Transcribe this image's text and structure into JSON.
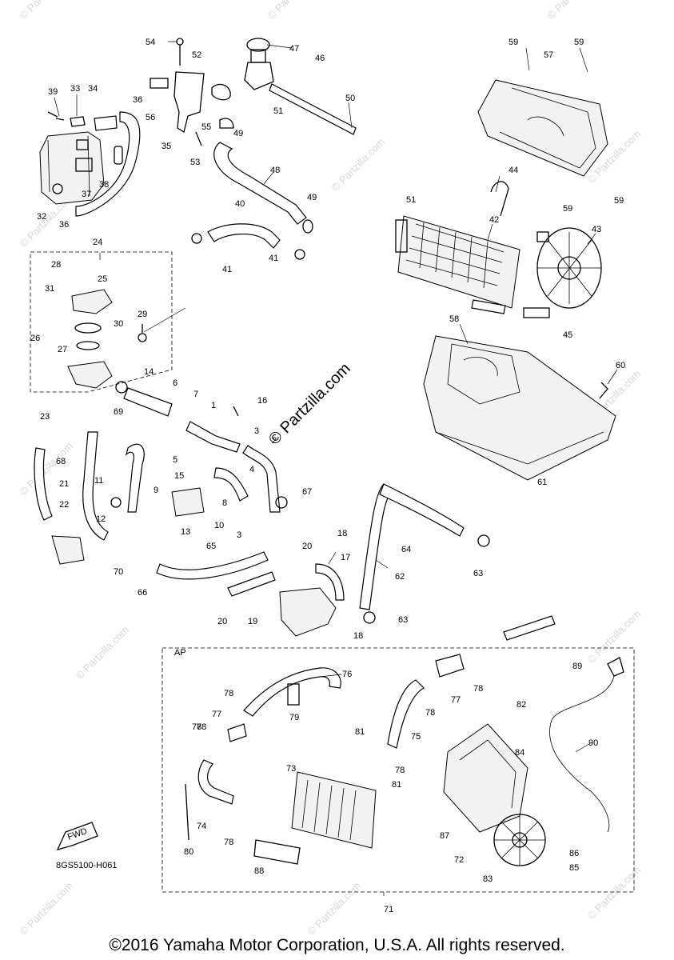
{
  "watermarks": {
    "center": "© Partzilla.com",
    "tile": "© Partzilla.com"
  },
  "diagram_code": "8GS5100-H061",
  "section_label": "AP",
  "fwd_label": "FWD",
  "copyright": "©2016 Yamaha Motor Corporation, U.S.A. All rights reserved.",
  "callouts": [
    {
      "id": "54",
      "label": "54"
    },
    {
      "id": "52",
      "label": "52"
    },
    {
      "id": "47",
      "label": "47"
    },
    {
      "id": "46",
      "label": "46"
    },
    {
      "id": "59a",
      "label": "59"
    },
    {
      "id": "59b",
      "label": "59"
    },
    {
      "id": "57",
      "label": "57"
    },
    {
      "id": "39",
      "label": "39"
    },
    {
      "id": "33",
      "label": "33"
    },
    {
      "id": "34",
      "label": "34"
    },
    {
      "id": "36a",
      "label": "36"
    },
    {
      "id": "56",
      "label": "56"
    },
    {
      "id": "51a",
      "label": "51"
    },
    {
      "id": "50",
      "label": "50"
    },
    {
      "id": "55",
      "label": "55"
    },
    {
      "id": "49a",
      "label": "49"
    },
    {
      "id": "35",
      "label": "35"
    },
    {
      "id": "53",
      "label": "53"
    },
    {
      "id": "37",
      "label": "37"
    },
    {
      "id": "38",
      "label": "38"
    },
    {
      "id": "48",
      "label": "48"
    },
    {
      "id": "44",
      "label": "44"
    },
    {
      "id": "59c",
      "label": "59"
    },
    {
      "id": "59d",
      "label": "59"
    },
    {
      "id": "32",
      "label": "32"
    },
    {
      "id": "36b",
      "label": "36"
    },
    {
      "id": "49b",
      "label": "49"
    },
    {
      "id": "51b",
      "label": "51"
    },
    {
      "id": "40",
      "label": "40"
    },
    {
      "id": "42",
      "label": "42"
    },
    {
      "id": "43",
      "label": "43"
    },
    {
      "id": "24",
      "label": "24"
    },
    {
      "id": "41a",
      "label": "41"
    },
    {
      "id": "41b",
      "label": "41"
    },
    {
      "id": "28",
      "label": "28"
    },
    {
      "id": "25",
      "label": "25"
    },
    {
      "id": "31",
      "label": "31"
    },
    {
      "id": "29",
      "label": "29"
    },
    {
      "id": "30",
      "label": "30"
    },
    {
      "id": "26",
      "label": "26"
    },
    {
      "id": "27",
      "label": "27"
    },
    {
      "id": "58",
      "label": "58"
    },
    {
      "id": "45",
      "label": "45"
    },
    {
      "id": "60",
      "label": "60"
    },
    {
      "id": "14",
      "label": "14"
    },
    {
      "id": "6",
      "label": "6"
    },
    {
      "id": "7",
      "label": "7"
    },
    {
      "id": "1",
      "label": "1"
    },
    {
      "id": "16",
      "label": "16"
    },
    {
      "id": "23",
      "label": "23"
    },
    {
      "id": "69",
      "label": "69"
    },
    {
      "id": "3a",
      "label": "3"
    },
    {
      "id": "2",
      "label": "2"
    },
    {
      "id": "68",
      "label": "68"
    },
    {
      "id": "5",
      "label": "5"
    },
    {
      "id": "11",
      "label": "11"
    },
    {
      "id": "21",
      "label": "21"
    },
    {
      "id": "15",
      "label": "15"
    },
    {
      "id": "4",
      "label": "4"
    },
    {
      "id": "9",
      "label": "9"
    },
    {
      "id": "8",
      "label": "8"
    },
    {
      "id": "67",
      "label": "67"
    },
    {
      "id": "61",
      "label": "61"
    },
    {
      "id": "22",
      "label": "22"
    },
    {
      "id": "12",
      "label": "12"
    },
    {
      "id": "10",
      "label": "10"
    },
    {
      "id": "13",
      "label": "13"
    },
    {
      "id": "3b",
      "label": "3"
    },
    {
      "id": "18a",
      "label": "18"
    },
    {
      "id": "64",
      "label": "64"
    },
    {
      "id": "20a",
      "label": "20"
    },
    {
      "id": "65",
      "label": "65"
    },
    {
      "id": "17",
      "label": "17"
    },
    {
      "id": "63a",
      "label": "63"
    },
    {
      "id": "70",
      "label": "70"
    },
    {
      "id": "66",
      "label": "66"
    },
    {
      "id": "62",
      "label": "62"
    },
    {
      "id": "20b",
      "label": "20"
    },
    {
      "id": "19",
      "label": "19"
    },
    {
      "id": "63b",
      "label": "63"
    },
    {
      "id": "18b",
      "label": "18"
    },
    {
      "id": "76",
      "label": "76"
    },
    {
      "id": "78a",
      "label": "78"
    },
    {
      "id": "77a",
      "label": "77"
    },
    {
      "id": "78b",
      "label": "78"
    },
    {
      "id": "89",
      "label": "89"
    },
    {
      "id": "78c",
      "label": "78"
    },
    {
      "id": "79",
      "label": "79"
    },
    {
      "id": "78d",
      "label": "78"
    },
    {
      "id": "77b",
      "label": "77"
    },
    {
      "id": "82",
      "label": "82"
    },
    {
      "id": "75",
      "label": "75"
    },
    {
      "id": "78e",
      "label": "78"
    },
    {
      "id": "81a",
      "label": "81"
    },
    {
      "id": "90",
      "label": "90"
    },
    {
      "id": "84",
      "label": "84"
    },
    {
      "id": "73",
      "label": "73"
    },
    {
      "id": "78f",
      "label": "78"
    },
    {
      "id": "81b",
      "label": "81"
    },
    {
      "id": "74",
      "label": "74"
    },
    {
      "id": "78g",
      "label": "78"
    },
    {
      "id": "87",
      "label": "87"
    },
    {
      "id": "80",
      "label": "80"
    },
    {
      "id": "88",
      "label": "88"
    },
    {
      "id": "72",
      "label": "72"
    },
    {
      "id": "86",
      "label": "86"
    },
    {
      "id": "85",
      "label": "85"
    },
    {
      "id": "83",
      "label": "83"
    },
    {
      "id": "71",
      "label": "71"
    }
  ]
}
